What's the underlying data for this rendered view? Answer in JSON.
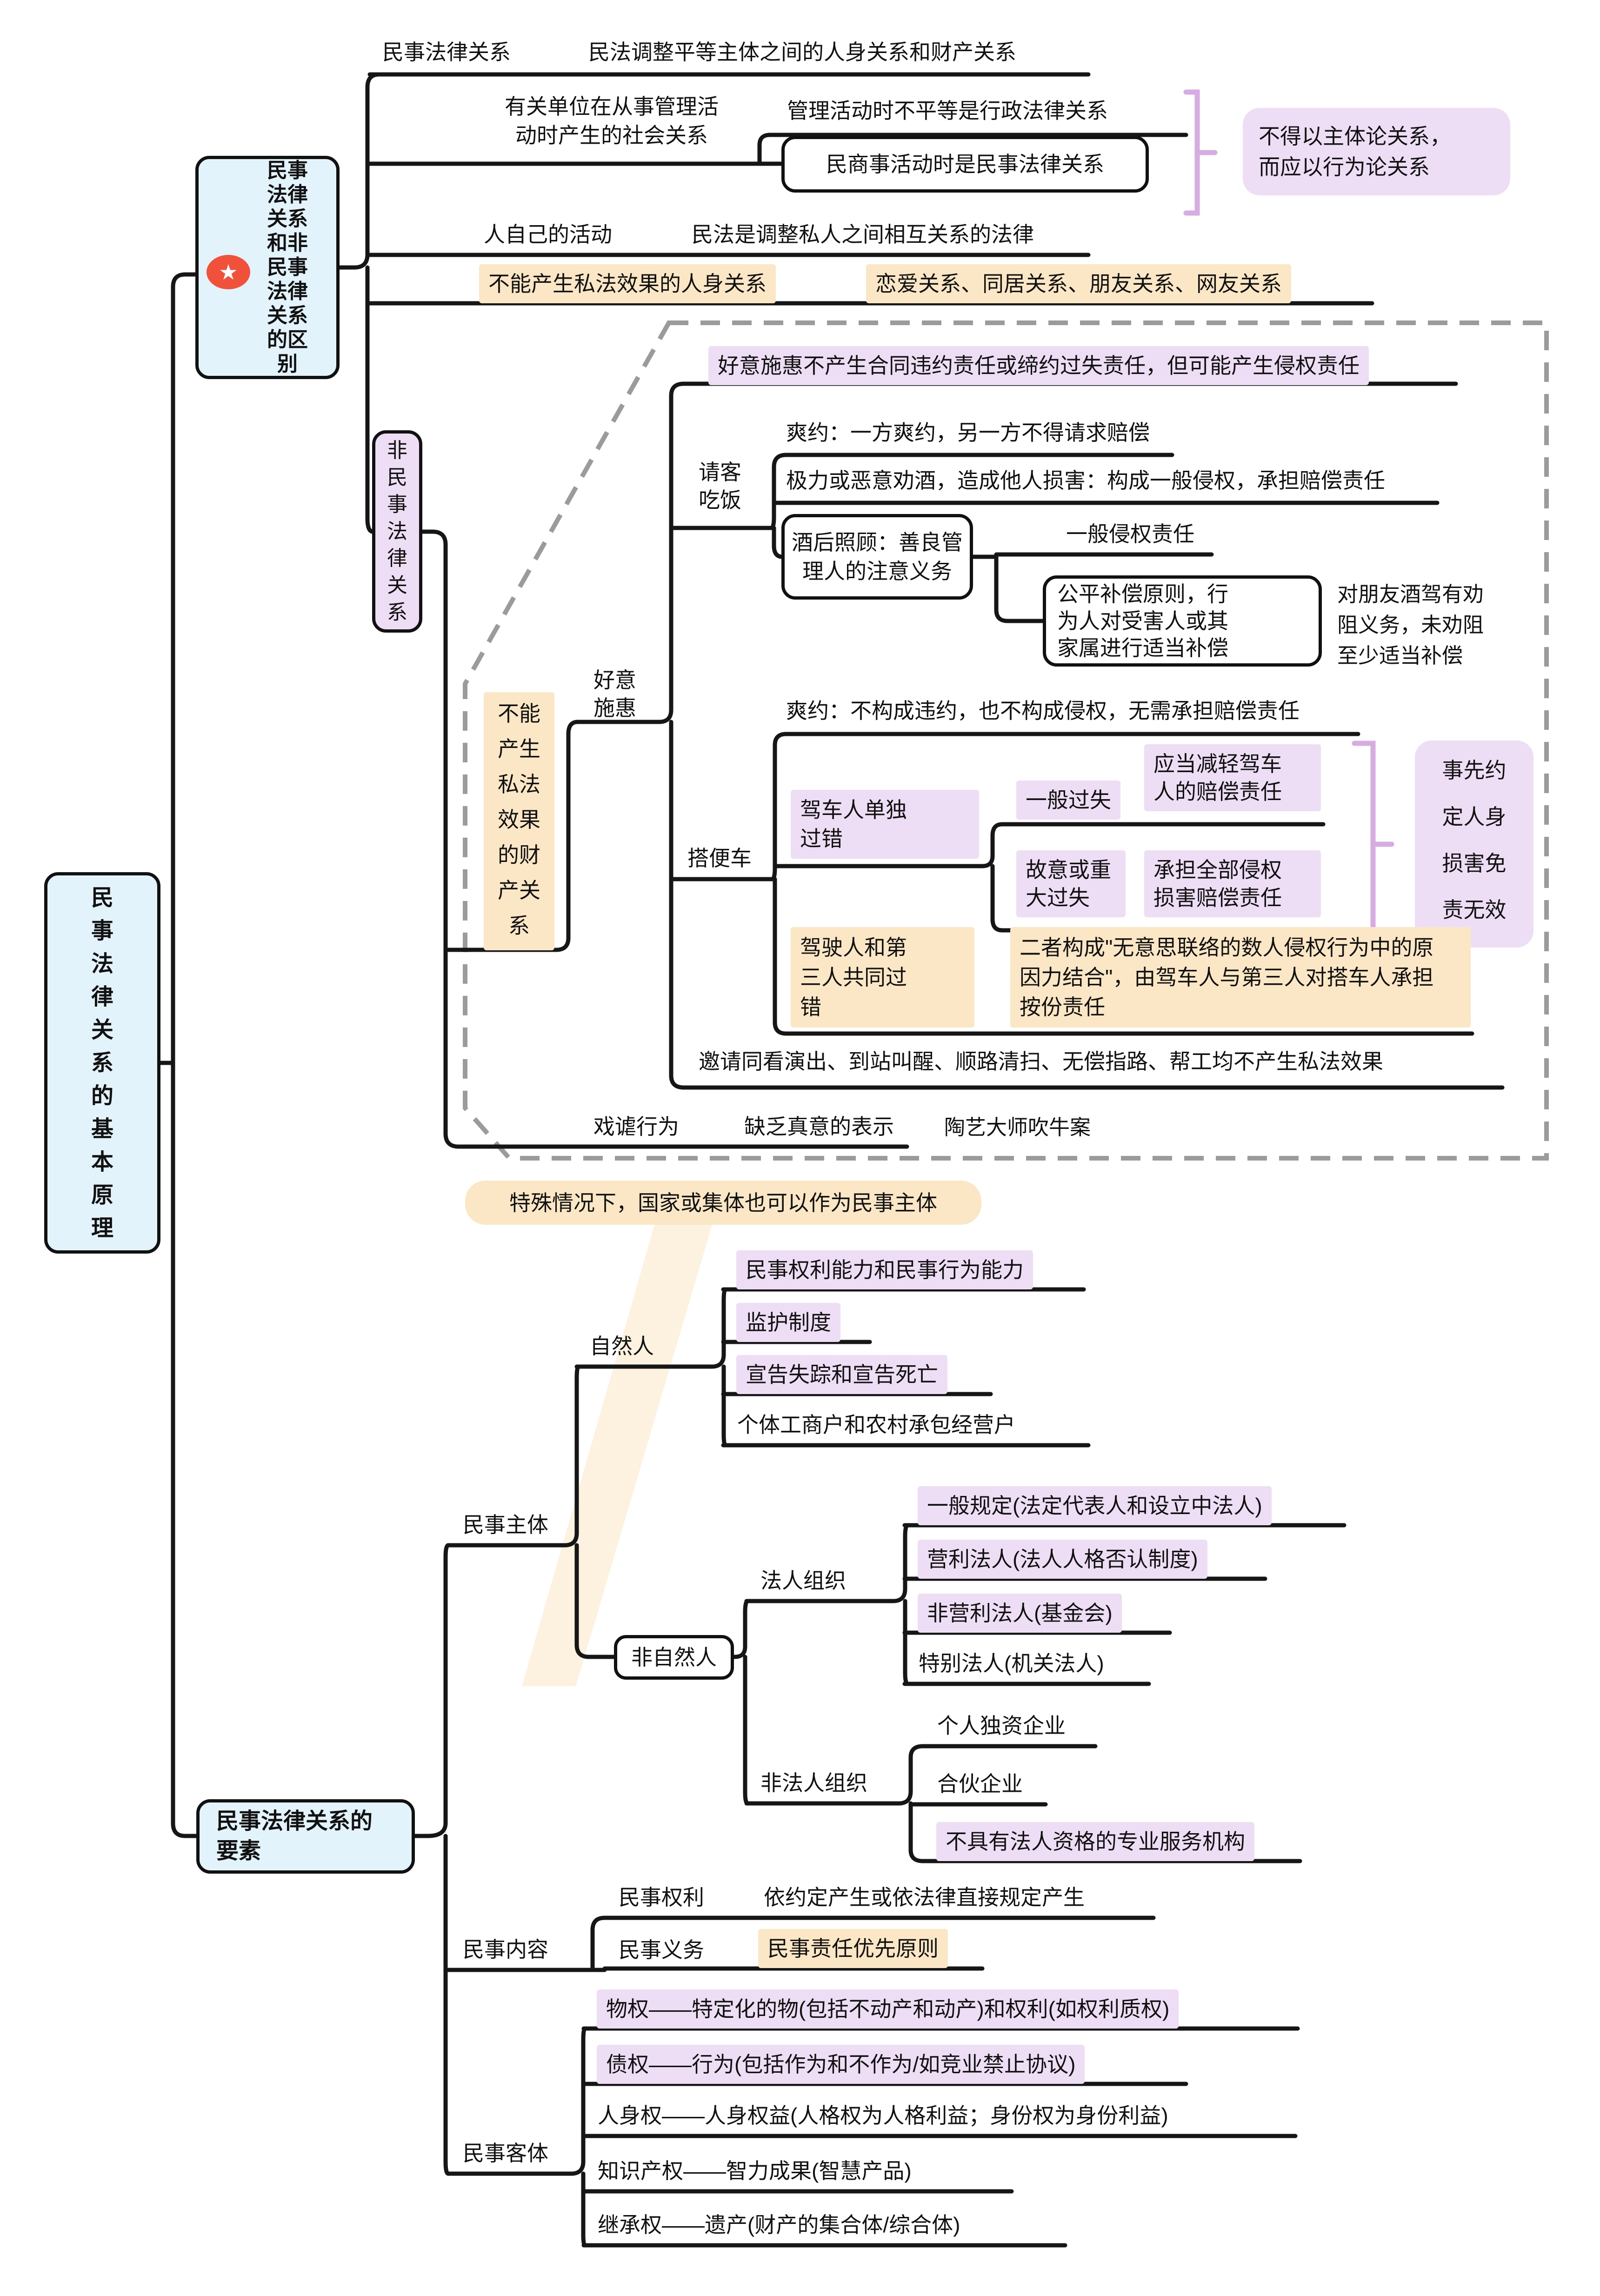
{
  "colors": {
    "node_blue": "#e3f3fb",
    "highlight_purple": "#eedef5",
    "highlight_orange": "#fbe7c5",
    "bracket_purple": "#d7ace3",
    "line_black": "#161616",
    "dashed_gray": "#9b9b9b",
    "star_red": "#f1503b"
  },
  "root_node": {
    "label": "民\n事\n法\n律\n关\n系\n的\n基\n本\n原\n理"
  },
  "distinction": {
    "label": "民事\n法律\n关系\n和非\n民事\n法律\n关系\n的区\n别",
    "star_icon": "★",
    "civil_row": {
      "label": "民事法律关系",
      "desc": "民法调整平等主体之间的人身关系和财产关系"
    },
    "unit_row": {
      "label": "有关单位在从事管理活\n动时产生的社会关系",
      "admin": "管理活动时不平等是行政法律关系",
      "commercial": "民商事活动时是民事法律关系",
      "note": "不得以主体论关系，\n而应以行为论关系"
    },
    "self_row": {
      "label": "人自己的活动",
      "desc": "民法是调整私人之间相互关系的法律"
    },
    "personal_row": {
      "label": "不能产生私法效果的人身关系",
      "desc": "恋爱关系、同居关系、朋友关系、网友关系"
    },
    "non_civil": {
      "label": "非\n民\n事\n法\n律\n关\n系",
      "property": {
        "label": "不能\n产生\n私法\n效果\n的财\n产关\n系",
        "goodwill": {
          "label": "好意\n施惠",
          "principle": "好意施惠不产生合同违约责任或缔约过失责任，但可能产生侵权责任",
          "dinner": {
            "label": "请客\n吃饭",
            "break_promise": "爽约：一方爽约，另一方不得请求赔偿",
            "force_drink": "极力或恶意劝酒，造成他人损害：构成一般侵权，承担赔偿责任",
            "care": {
              "label": "酒后照顾：善良管\n理人的注意义务",
              "tort": "一般侵权责任",
              "fair": "公平补偿原则，行\n为人对受害人或其\n家属进行适当补偿",
              "margin_note": "对朋友酒驾有劝\n阻义务，未劝阻\n至少适当补偿"
            }
          },
          "free_ride": {
            "label": "搭便车",
            "break_promise": "爽约：不构成违约，也不构成侵权，无需承担赔偿责任",
            "driver_fault": {
              "label": "驾车人单独\n过错",
              "ordinary": "一般过失",
              "ordinary_result": "应当减轻驾车\n人的赔偿责任",
              "gross": "故意或重\n大过失",
              "gross_result": "承担全部侵权\n损害赔偿责任",
              "note": "事先约\n定人身\n损害免\n责无效"
            },
            "joint_fault": {
              "label": "驾驶人和第\n三人共同过\n错",
              "result": "二者构成\"无意思联络的数人侵权行为中的原\n因力结合\"，由驾车人与第三人对搭车人承担\n按份责任"
            }
          },
          "others": "邀请同看演出、到站叫醒、顺路清扫、无偿指路、帮工均不产生私法效果"
        },
        "joke": {
          "label": "戏谑行为",
          "desc": "缺乏真意的表示",
          "case": "陶艺大师吹牛案"
        }
      }
    }
  },
  "elements": {
    "label": "民事法律关系的\n要素",
    "subject": {
      "label": "民事主体",
      "special_note": "特殊情况下，国家或集体也可以作为民事主体",
      "natural": {
        "label": "自然人",
        "items": [
          "民事权利能力和民事行为能力",
          "监护制度",
          "宣告失踪和宣告死亡",
          "个体工商户和农村承包经营户"
        ]
      },
      "non_natural": {
        "label": "非自然人",
        "legal_org": {
          "label": "法人组织",
          "items": [
            "一般规定(法定代表人和设立中法人)",
            "营利法人(法人人格否认制度)",
            "非营利法人(基金会)",
            "特别法人(机关法人)"
          ]
        },
        "non_legal_org": {
          "label": "非法人组织",
          "items": [
            "个人独资企业",
            "合伙企业",
            "不具有法人资格的专业服务机构"
          ]
        }
      }
    },
    "content": {
      "label": "民事内容",
      "rights": {
        "label": "民事权利",
        "desc": "依约定产生或依法律直接规定产生"
      },
      "duties": {
        "label": "民事义务",
        "desc": "民事责任优先原则"
      }
    },
    "object": {
      "label": "民事客体",
      "items": [
        "物权——特定化的物(包括不动产和动产)和权利(如权利质权)",
        "债权——行为(包括作为和不作为/如竞业禁止协议)",
        "人身权——人身权益(人格权为人格利益；身份权为身份利益)",
        "知识产权——智力成果(智慧产品)",
        "继承权——遗产(财产的集合体/综合体)"
      ]
    }
  }
}
